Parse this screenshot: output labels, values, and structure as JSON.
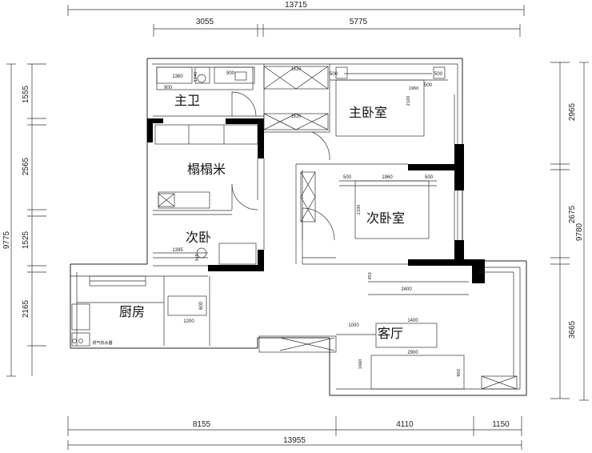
{
  "title_partial": "13715",
  "dimensions": {
    "top": [
      "3055",
      "5775"
    ],
    "top_total": "13715",
    "bottom": [
      "8155",
      "4110",
      "1150"
    ],
    "bottom_total": "13955",
    "left": [
      "1555",
      "2565",
      "1525",
      "2165"
    ],
    "left_total": "9775",
    "right": [
      "2965",
      "2675",
      "3665"
    ],
    "right_total": "9780"
  },
  "rooms": {
    "master_bath": "主卫",
    "master_bedroom": "主卧室",
    "tatami": "榻榻米",
    "second_bedroom_a": "次卧室",
    "second_bedroom_b": "次卧",
    "kitchen": "厨房",
    "living_room": "客厅"
  },
  "inner_dims": {
    "bath_1360": "1360",
    "bath_900": "900",
    "bath_900b": "900",
    "bath_1240": "1240",
    "wardrobe_1820": "1820",
    "wardrobe_1820b": "1820",
    "mb_500a": "500",
    "mb_500b": "500",
    "mb_500c": "500",
    "mb_2100": "2100",
    "mb_1960": "1960",
    "sb_500a": "500",
    "sb_1960": "1960",
    "sb_500b": "500",
    "sb_2100": "2100",
    "r_1395": "1395",
    "r_345": "345",
    "lv_450": "450",
    "lv_2400": "2400",
    "lv_1400": "1400",
    "lv_1000": "1000",
    "lv_2900": "2900",
    "lv_1660": "1660",
    "lv_900": "900",
    "k_600": "600",
    "k_1200": "1200",
    "gas_label": "燃气热水器"
  }
}
